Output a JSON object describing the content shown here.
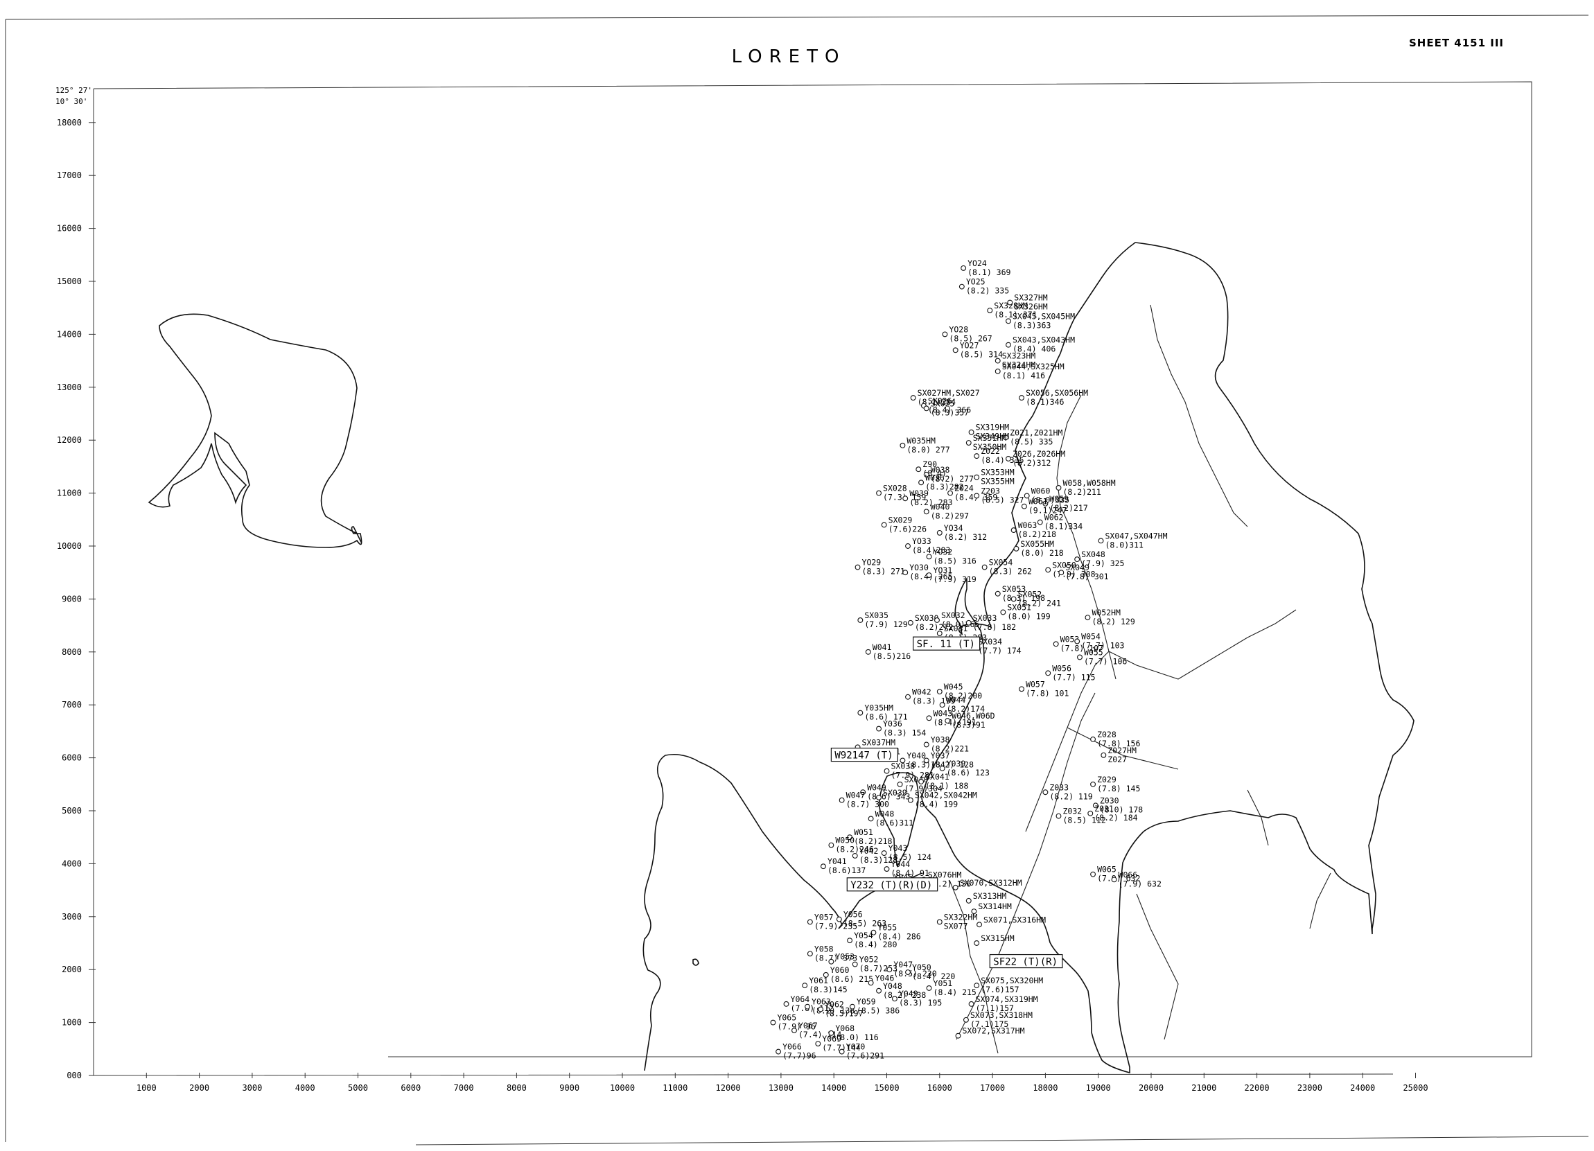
{
  "sheet": {
    "title": "LORETO",
    "number": "SHEET 4151 III"
  },
  "corner": {
    "longitude": "125° 27'",
    "latitude": "10° 30'"
  },
  "axes": {
    "y_ticks": [
      "18000",
      "17000",
      "16000",
      "15000",
      "14000",
      "13000",
      "12000",
      "11000",
      "10000",
      "9000",
      "8000",
      "7000",
      "6000",
      "5000",
      "4000",
      "3000",
      "2000",
      "1000",
      "000"
    ],
    "x_ticks": [
      "1000",
      "2000",
      "3000",
      "4000",
      "5000",
      "6000",
      "7000",
      "8000",
      "9000",
      "10000",
      "11000",
      "12000",
      "13000",
      "14000",
      "15000",
      "16000",
      "17000",
      "18000",
      "19000",
      "20000",
      "21000",
      "22000",
      "23000",
      "24000",
      "25000"
    ]
  },
  "stations": [
    {
      "id": "YO24",
      "value": "(8.1) 369",
      "x": 16450,
      "y": 15250
    },
    {
      "id": "YO25",
      "value": "(8.2) 335",
      "x": 16420,
      "y": 14900
    },
    {
      "id": "SX328HM",
      "value": "(8.1) 371",
      "x": 16950,
      "y": 14450
    },
    {
      "id": "SX327HM",
      "value": "SX326HM",
      "x": 17330,
      "y": 14600
    },
    {
      "id": "SX045,SX045HM",
      "value": "(8.3)363",
      "x": 17300,
      "y": 14250
    },
    {
      "id": "YO28",
      "value": "(8.5) 267",
      "x": 16100,
      "y": 14000
    },
    {
      "id": "YO27",
      "value": "(8.5) 314",
      "x": 16300,
      "y": 13700
    },
    {
      "id": "SX043,SX043HM",
      "value": "(8.4) 406",
      "x": 17300,
      "y": 13800
    },
    {
      "id": "SX323HM",
      "value": "SX324HM",
      "x": 17100,
      "y": 13500
    },
    {
      "id": "SX044,SX325HM",
      "value": "(8.1) 416",
      "x": 17100,
      "y": 13300
    },
    {
      "id": "SX056,SX056HM",
      "value": "(8.1)346",
      "x": 17550,
      "y": 12800
    },
    {
      "id": "SX027HM,SX027",
      "value": "(8.1)284",
      "x": 15500,
      "y": 12800
    },
    {
      "id": "SX026",
      "value": "(8.4) 366",
      "x": 15700,
      "y": 12650
    },
    {
      "id": "SX025",
      "value": "(8.3)357",
      "x": 15750,
      "y": 12600
    },
    {
      "id": "SX319HM",
      "value": "SX349HM",
      "x": 16600,
      "y": 12150
    },
    {
      "id": "Z021,Z021HM",
      "value": "(8.5) 335",
      "x": 17250,
      "y": 12050
    },
    {
      "id": "W035HM",
      "value": "(8.0) 277",
      "x": 15300,
      "y": 11900
    },
    {
      "id": "SX351HM",
      "value": "SX350HM",
      "x": 16550,
      "y": 11950
    },
    {
      "id": "Z022",
      "value": "(8.4) 315",
      "x": 16700,
      "y": 11700
    },
    {
      "id": "Z026,Z026HM",
      "value": "(8.2)312",
      "x": 17300,
      "y": 11650
    },
    {
      "id": "Z90",
      "value": "(8.4)",
      "x": 15600,
      "y": 11450
    },
    {
      "id": "W038",
      "value": "(8.2) 277",
      "x": 15750,
      "y": 11350
    },
    {
      "id": "SX353HM",
      "value": "SX355HM",
      "x": 16700,
      "y": 11300
    },
    {
      "id": "W036",
      "value": "(8.3)282",
      "x": 15650,
      "y": 11200
    },
    {
      "id": "Z024",
      "value": "(8.4) 359",
      "x": 16200,
      "y": 11000
    },
    {
      "id": "Z203",
      "value": "(8.5) 327",
      "x": 16700,
      "y": 10950
    },
    {
      "id": "W058,W058HM",
      "value": "(8.2)211",
      "x": 18250,
      "y": 11100
    },
    {
      "id": "W060",
      "value": "(8.0)335",
      "x": 17650,
      "y": 10950
    },
    {
      "id": "W059",
      "value": "(8.2)217",
      "x": 18000,
      "y": 10800
    },
    {
      "id": "SX028",
      "value": "(7.3) 159",
      "x": 14850,
      "y": 11000
    },
    {
      "id": "W039",
      "value": "(8.2) 283",
      "x": 15350,
      "y": 10900
    },
    {
      "id": "W061",
      "value": "(9.1)247",
      "x": 17600,
      "y": 10750
    },
    {
      "id": "W040",
      "value": "(8.2)297",
      "x": 15750,
      "y": 10650
    },
    {
      "id": "SX029",
      "value": "(7.6)226",
      "x": 14950,
      "y": 10400
    },
    {
      "id": "W063",
      "value": "(8.2)218",
      "x": 17400,
      "y": 10300
    },
    {
      "id": "W062",
      "value": "(8.1)334",
      "x": 17900,
      "y": 10450
    },
    {
      "id": "SX047,SX047HM",
      "value": "(8.0)311",
      "x": 19050,
      "y": 10100
    },
    {
      "id": "YO34",
      "value": "(8.2) 312",
      "x": 16000,
      "y": 10250
    },
    {
      "id": "YO33",
      "value": "(8.4)283",
      "x": 15400,
      "y": 10000
    },
    {
      "id": "YO32",
      "value": "(8.5) 316",
      "x": 15800,
      "y": 9800
    },
    {
      "id": "SX055HM",
      "value": "(8.0) 218",
      "x": 17450,
      "y": 9950
    },
    {
      "id": "SX048",
      "value": "(7.9) 325",
      "x": 18600,
      "y": 9750
    },
    {
      "id": "YO29",
      "value": "(8.3) 271",
      "x": 14450,
      "y": 9600
    },
    {
      "id": "YO30",
      "value": "(8.4) 265",
      "x": 15350,
      "y": 9500
    },
    {
      "id": "YO31",
      "value": "(7.9) 319",
      "x": 15800,
      "y": 9450
    },
    {
      "id": "SX054",
      "value": "(8.3) 262",
      "x": 16850,
      "y": 9600
    },
    {
      "id": "SX050",
      "value": "(7.9) 308",
      "x": 18050,
      "y": 9550
    },
    {
      "id": "SX049",
      "value": "(7.8) 301",
      "x": 18300,
      "y": 9500
    },
    {
      "id": "SX053",
      "value": "(8.3) 198",
      "x": 17100,
      "y": 9100
    },
    {
      "id": "SX052",
      "value": "(8.2) 241",
      "x": 17400,
      "y": 9000
    },
    {
      "id": "SX051",
      "value": "(8.0) 199",
      "x": 17200,
      "y": 8750
    },
    {
      "id": "SX035",
      "value": "(7.9) 129",
      "x": 14500,
      "y": 8600
    },
    {
      "id": "SX030",
      "value": "(8.2)272",
      "x": 15450,
      "y": 8550
    },
    {
      "id": "SX032",
      "value": "(8.0)265",
      "x": 15950,
      "y": 8600
    },
    {
      "id": "SX031",
      "value": "(8.1) 283",
      "x": 16000,
      "y": 8350
    },
    {
      "id": "SX033",
      "value": "(7.8) 182",
      "x": 16550,
      "y": 8550
    },
    {
      "id": "W052HM",
      "value": "(8.2) 129",
      "x": 18800,
      "y": 8650
    },
    {
      "id": "SX034",
      "value": "(7.7) 174",
      "x": 16650,
      "y": 8100
    },
    {
      "id": "W053",
      "value": "(7.8) 107",
      "x": 18200,
      "y": 8150
    },
    {
      "id": "W054",
      "value": "(7.7) 103",
      "x": 18600,
      "y": 8200
    },
    {
      "id": "W055",
      "value": "(7.7) 106",
      "x": 18650,
      "y": 7900
    },
    {
      "id": "W041",
      "value": "(8.5)216",
      "x": 14650,
      "y": 8000
    },
    {
      "id": "W056",
      "value": "(7.7) 115",
      "x": 18050,
      "y": 7600
    },
    {
      "id": "W057",
      "value": "(7.8) 101",
      "x": 17550,
      "y": 7300
    },
    {
      "id": "W045",
      "value": "(8.2)200",
      "x": 16000,
      "y": 7250
    },
    {
      "id": "W042",
      "value": "(8.3) 199",
      "x": 15400,
      "y": 7150
    },
    {
      "id": "W044",
      "value": "(8.2)174",
      "x": 16050,
      "y": 7000
    },
    {
      "id": "Y035HM",
      "value": "(8.6) 171",
      "x": 14500,
      "y": 6850
    },
    {
      "id": "W043",
      "value": "(8.4) 191",
      "x": 15800,
      "y": 6750
    },
    {
      "id": "W046,W06D",
      "value": "(8.3)91",
      "x": 16150,
      "y": 6700
    },
    {
      "id": "Y036",
      "value": "(8.3) 154",
      "x": 14850,
      "y": 6550
    },
    {
      "id": "SX037HM",
      "value": "(7.9)241",
      "x": 14450,
      "y": 6200
    },
    {
      "id": "Y038",
      "value": "(8.2)221",
      "x": 15750,
      "y": 6250
    },
    {
      "id": "Z028",
      "value": "(7.8) 156",
      "x": 18900,
      "y": 6350
    },
    {
      "id": "Z027HM",
      "value": "Z027",
      "x": 19100,
      "y": 6050
    },
    {
      "id": "Y040",
      "value": "(8.3)184",
      "x": 15300,
      "y": 5950
    },
    {
      "id": "Y037",
      "value": "(8.2) 128",
      "x": 15750,
      "y": 5950
    },
    {
      "id": "Y039",
      "value": "(8.6) 123",
      "x": 16050,
      "y": 5800
    },
    {
      "id": "SX038",
      "value": "(7.9) 281",
      "x": 15000,
      "y": 5750
    },
    {
      "id": "SX040",
      "value": "(7.9)304",
      "x": 15250,
      "y": 5500
    },
    {
      "id": "SX041",
      "value": "(8.1) 188",
      "x": 15650,
      "y": 5550
    },
    {
      "id": "Z029",
      "value": "(7.8) 145",
      "x": 18900,
      "y": 5500
    },
    {
      "id": "W049",
      "value": "(8.6) 343",
      "x": 14550,
      "y": 5350
    },
    {
      "id": "W047",
      "value": "(8.7) 300",
      "x": 14150,
      "y": 5200
    },
    {
      "id": "SX039",
      "value": "",
      "x": 14850,
      "y": 5250
    },
    {
      "id": "SX042,SX042HM",
      "value": "(8.4) 199",
      "x": 15450,
      "y": 5200
    },
    {
      "id": "Z033",
      "value": "(8.2) 119",
      "x": 18000,
      "y": 5350
    },
    {
      "id": "Z030",
      "value": "(8.0) 178",
      "x": 18950,
      "y": 5100
    },
    {
      "id": "Z031",
      "value": "(8.2) 184",
      "x": 18850,
      "y": 4950
    },
    {
      "id": "Z032",
      "value": "(8.5) 112",
      "x": 18250,
      "y": 4900
    },
    {
      "id": "W048",
      "value": "(8.6)311",
      "x": 14700,
      "y": 4850
    },
    {
      "id": "W051",
      "value": "(8.2)218",
      "x": 14300,
      "y": 4500
    },
    {
      "id": "W050",
      "value": "(8.2)246",
      "x": 13950,
      "y": 4350
    },
    {
      "id": "Y042",
      "value": "(8.3)128",
      "x": 14400,
      "y": 4150
    },
    {
      "id": "Y043",
      "value": "(8.5) 124",
      "x": 14950,
      "y": 4200
    },
    {
      "id": "Y041",
      "value": "(8.6)137",
      "x": 13800,
      "y": 3950
    },
    {
      "id": "Y044",
      "value": "(8.4) 91",
      "x": 15000,
      "y": 3900
    },
    {
      "id": "Y045",
      "value": "(8.3) 104",
      "x": 15050,
      "y": 3650
    },
    {
      "id": "SX076HM",
      "value": "(8.2) 136",
      "x": 15700,
      "y": 3700
    },
    {
      "id": "SX070,SX312HM",
      "value": "",
      "x": 16300,
      "y": 3550
    },
    {
      "id": "W065",
      "value": "(7.9) 632",
      "x": 18900,
      "y": 3800
    },
    {
      "id": "W066",
      "value": "(7.9) 632",
      "x": 19300,
      "y": 3700
    },
    {
      "id": "SX313HM",
      "value": "",
      "x": 16550,
      "y": 3300
    },
    {
      "id": "SX314HM",
      "value": "",
      "x": 16650,
      "y": 3100
    },
    {
      "id": "SX322HM",
      "value": "SX077",
      "x": 16000,
      "y": 2900
    },
    {
      "id": "SX071,SX316HM",
      "value": "",
      "x": 16750,
      "y": 2850
    },
    {
      "id": "Y057",
      "value": "(7.9) 235",
      "x": 13550,
      "y": 2900
    },
    {
      "id": "Y056",
      "value": "(8.5) 263",
      "x": 14100,
      "y": 2950
    },
    {
      "id": "Y055",
      "value": "(8.4) 286",
      "x": 14750,
      "y": 2700
    },
    {
      "id": "Y054",
      "value": "(8.4) 280",
      "x": 14300,
      "y": 2550
    },
    {
      "id": "SX315HM",
      "value": "",
      "x": 16700,
      "y": 2500
    },
    {
      "id": "Y058",
      "value": "(8.7) 373",
      "x": 13550,
      "y": 2300
    },
    {
      "id": "Y053",
      "value": "",
      "x": 13950,
      "y": 2150
    },
    {
      "id": "Y052",
      "value": "(8.7)253",
      "x": 14400,
      "y": 2100
    },
    {
      "id": "Y047",
      "value": "(8.5) 230",
      "x": 15050,
      "y": 2000
    },
    {
      "id": "Y050",
      "value": "(8.4) 220",
      "x": 15400,
      "y": 1950
    },
    {
      "id": "Y060",
      "value": "(8.6) 215",
      "x": 13850,
      "y": 1900
    },
    {
      "id": "Y061",
      "value": "(8.3)145",
      "x": 13450,
      "y": 1700
    },
    {
      "id": "Y046",
      "value": "",
      "x": 14700,
      "y": 1750
    },
    {
      "id": "Y048",
      "value": "(8.2) 238",
      "x": 14850,
      "y": 1600
    },
    {
      "id": "Y051",
      "value": "(8.4) 215",
      "x": 15800,
      "y": 1650
    },
    {
      "id": "SX075,SX320HM",
      "value": "(7.6)157",
      "x": 16700,
      "y": 1700
    },
    {
      "id": "Y049",
      "value": "(8.3) 195",
      "x": 15150,
      "y": 1450
    },
    {
      "id": "SX074,SX319HM",
      "value": "(7.1)157",
      "x": 16600,
      "y": 1350
    },
    {
      "id": "Y064",
      "value": "(7.8) 112",
      "x": 13100,
      "y": 1350
    },
    {
      "id": "Y063",
      "value": "(8.2) 138",
      "x": 13500,
      "y": 1300
    },
    {
      "id": "Y062",
      "value": "(8.5)197",
      "x": 13750,
      "y": 1250
    },
    {
      "id": "Y059",
      "value": "(8.5) 386",
      "x": 14350,
      "y": 1300
    },
    {
      "id": "SX073,SX318HM",
      "value": "(7.1)175",
      "x": 16500,
      "y": 1050
    },
    {
      "id": "Y065",
      "value": "(7.9) 96",
      "x": 12850,
      "y": 1000
    },
    {
      "id": "Y067",
      "value": "(7.4) 114",
      "x": 13250,
      "y": 850
    },
    {
      "id": "Y068",
      "value": "(8.0) 116",
      "x": 13950,
      "y": 800
    },
    {
      "id": "SX072,SX317HM",
      "value": "",
      "x": 16350,
      "y": 750
    },
    {
      "id": "Y069",
      "value": "(7.7)144",
      "x": 13700,
      "y": 600
    },
    {
      "id": "Y070",
      "value": "(7.6)291",
      "x": 14150,
      "y": 450
    },
    {
      "id": "Y066",
      "value": "(7.7)96",
      "x": 12950,
      "y": 450
    }
  ],
  "boxed_labels": [
    {
      "id": "SF. 11 (T)",
      "x": 15500,
      "y": 8100
    },
    {
      "id": "W92147 (T)",
      "x": 13950,
      "y": 6000
    },
    {
      "id": "Y232 (T)(R)(D)",
      "x": 14250,
      "y": 3550
    },
    {
      "id": "SF22 (T)(R)",
      "x": 16950,
      "y": 2100
    }
  ]
}
